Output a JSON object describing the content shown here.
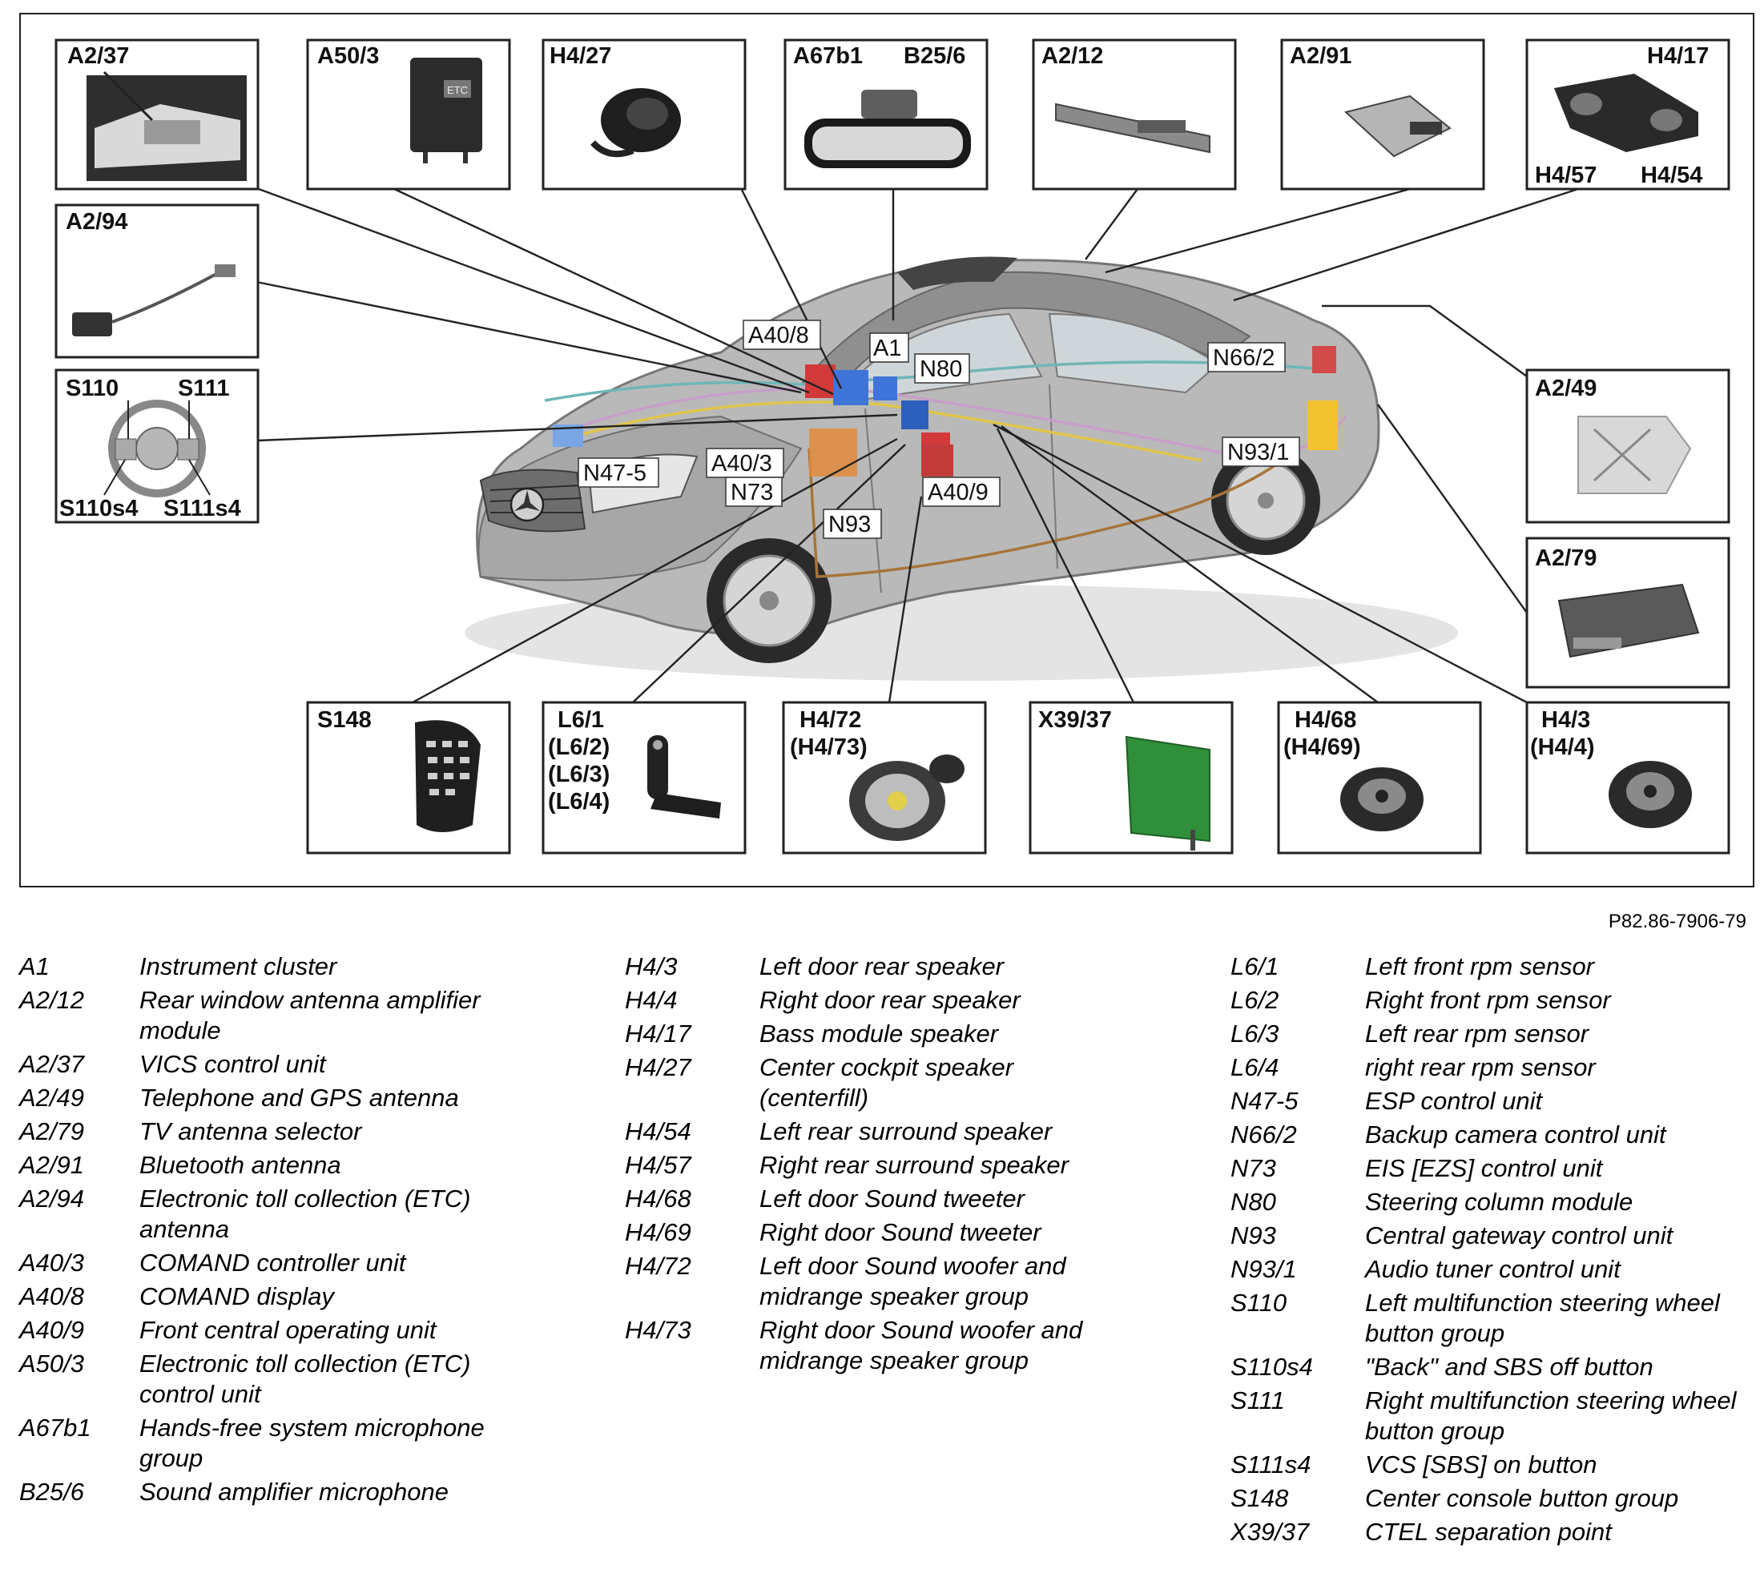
{
  "boxes": {
    "a2_37": "A2/37",
    "a50_3": "A50/3",
    "h4_27": "H4/27",
    "a67b1": "A67b1",
    "b25_6": "B25/6",
    "a2_12": "A2/12",
    "a2_91": "A2/91",
    "h4_17": "H4/17",
    "h4_57": "H4/57",
    "h4_54": "H4/54",
    "a2_94": "A2/94",
    "s110": "S110",
    "s111": "S111",
    "s110s4": "S110s4",
    "s111s4": "S111s4",
    "a2_49": "A2/49",
    "a2_79": "A2/79",
    "s148": "S148",
    "l6_1": "L6/1",
    "l6_2": "(L6/2)",
    "l6_3": "(L6/3)",
    "l6_4": "(L6/4)",
    "h4_72": "H4/72",
    "h4_73": "(H4/73)",
    "x39_37": "X39/37",
    "h4_68": "H4/68",
    "h4_69": "(H4/69)",
    "h4_3": "H4/3",
    "h4_4": "(H4/4)"
  },
  "etc_text": "ETC",
  "car_labels": {
    "a40_8": "A40/8",
    "a1": "A1",
    "n80": "N80",
    "n66_2": "N66/2",
    "n47_5": "N47-5",
    "a40_3": "A40/3",
    "n73": "N73",
    "n93_1": "N93/1",
    "a40_9": "A40/9",
    "n93": "N93"
  },
  "figure_code": "P82.86-7906-79",
  "legend": {
    "col1": [
      {
        "code": "A1",
        "desc": "Instrument cluster"
      },
      {
        "code": "A2/12",
        "desc": "Rear window antenna amplifier module"
      },
      {
        "code": "A2/37",
        "desc": "VICS control unit"
      },
      {
        "code": "A2/49",
        "desc": "Telephone and GPS antenna"
      },
      {
        "code": "A2/79",
        "desc": "TV antenna selector"
      },
      {
        "code": "A2/91",
        "desc": "Bluetooth antenna"
      },
      {
        "code": "A2/94",
        "desc": "Electronic toll collection (ETC) antenna"
      },
      {
        "code": "A40/3",
        "desc": "COMAND controller unit"
      },
      {
        "code": "A40/8",
        "desc": "COMAND display"
      },
      {
        "code": "A40/9",
        "desc": "Front central operating unit"
      },
      {
        "code": "A50/3",
        "desc": "Electronic toll collection (ETC) control unit"
      },
      {
        "code": "A67b1",
        "desc": "Hands-free system microphone group"
      },
      {
        "code": "B25/6",
        "desc": "Sound amplifier microphone"
      }
    ],
    "col2": [
      {
        "code": "H4/3",
        "desc": "Left door rear speaker"
      },
      {
        "code": "H4/4",
        "desc": "Right door rear speaker"
      },
      {
        "code": "H4/17",
        "desc": "Bass module speaker"
      },
      {
        "code": "H4/27",
        "desc": "Center cockpit speaker (centerfill)"
      },
      {
        "code": "H4/54",
        "desc": "Left rear surround speaker"
      },
      {
        "code": "H4/57",
        "desc": "Right rear surround speaker"
      },
      {
        "code": "H4/68",
        "desc": "Left door Sound tweeter"
      },
      {
        "code": "H4/69",
        "desc": "Right door Sound tweeter"
      },
      {
        "code": "H4/72",
        "desc": "Left door Sound woofer and midrange speaker group"
      },
      {
        "code": "H4/73",
        "desc": "Right door Sound woofer and midrange speaker group"
      }
    ],
    "col3": [
      {
        "code": "L6/1",
        "desc": "Left front rpm sensor"
      },
      {
        "code": "L6/2",
        "desc": "Right front rpm sensor"
      },
      {
        "code": "L6/3",
        "desc": "Left rear rpm sensor"
      },
      {
        "code": "L6/4",
        "desc": "right rear rpm sensor"
      },
      {
        "code": "N47-5",
        "desc": "ESP control unit"
      },
      {
        "code": "N66/2",
        "desc": "Backup camera control unit"
      },
      {
        "code": "N73",
        "desc": "EIS [EZS] control unit"
      },
      {
        "code": "N80",
        "desc": "Steering column module"
      },
      {
        "code": "N93",
        "desc": "Central gateway control unit"
      },
      {
        "code": "N93/1",
        "desc": "Audio tuner control unit"
      },
      {
        "code": "S110",
        "desc": "Left multifunction steering wheel button group"
      },
      {
        "code": "S110s4",
        "desc": "\"Back\" and SBS off button"
      },
      {
        "code": "S111",
        "desc": "Right multifunction steering wheel button group"
      },
      {
        "code": "S111s4",
        "desc": "VCS [SBS] on button"
      },
      {
        "code": "S148",
        "desc": "Center console button group"
      },
      {
        "code": "X39/37",
        "desc": "CTEL separation point"
      }
    ]
  }
}
